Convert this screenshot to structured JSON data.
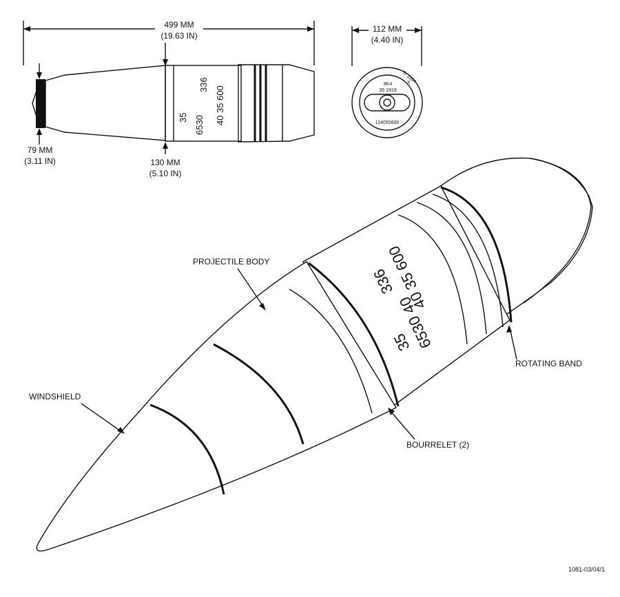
{
  "dimensions": {
    "length_mm": "499 MM",
    "length_in": "(19.63 IN)",
    "diameter_mm": "112 MM",
    "diameter_in": "(4.40 IN)",
    "tip_mm": "79 MM",
    "tip_in": "(3.11 IN)",
    "bourrelet_pos_mm": "130 MM",
    "bourrelet_pos_in": "(5.10 IN)"
  },
  "body_markings": {
    "left_col": [
      "35",
      "6530"
    ],
    "right_col": [
      "336",
      "40  35  600"
    ],
    "small_40": "40"
  },
  "base_markings": {
    "top": "Tr 3364",
    "line1": "9K4",
    "x": "X",
    "line2": "35 1919",
    "bottom": "114055600"
  },
  "callouts": {
    "projectile_body": "PROJECTILE BODY",
    "windshield": "WINDSHIELD",
    "rotating_band": "ROTATING BAND",
    "bourrelet": "BOURRELET (2)"
  },
  "iso_markings": {
    "row1": "336",
    "row2": "40  35  600",
    "row3": "35",
    "row4": "6530  40"
  },
  "figure_id": "1081-03/04/1"
}
